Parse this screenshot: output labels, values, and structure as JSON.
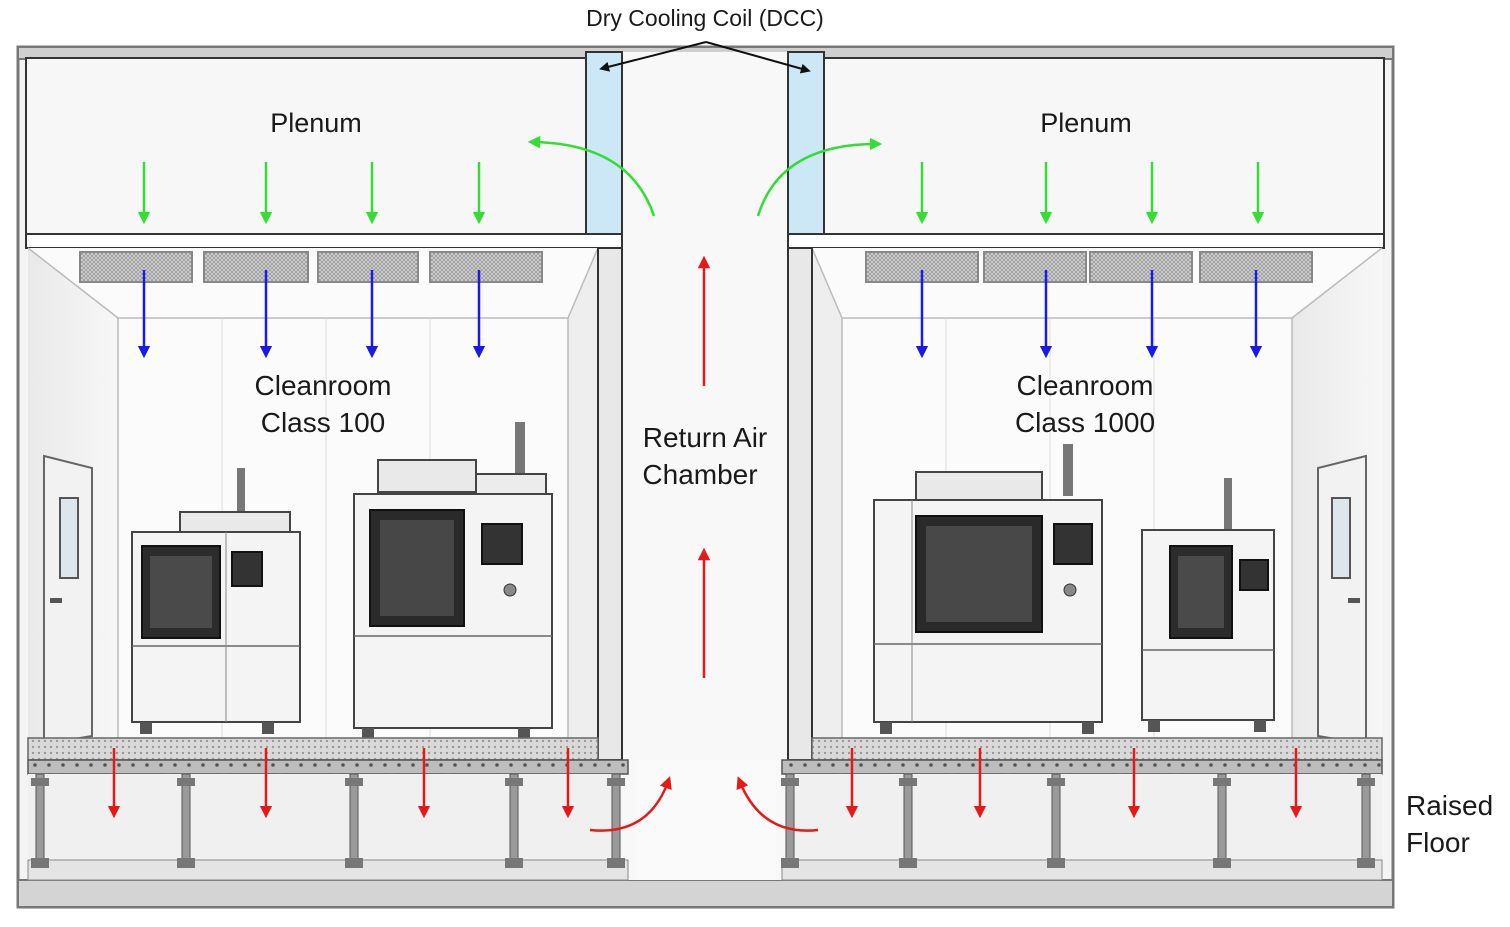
{
  "labels": {
    "dcc": "Dry Cooling Coil (DCC)",
    "plenum_left": "Plenum",
    "plenum_right": "Plenum",
    "room_left_line1": "Cleanroom",
    "room_left_line2": "Class 100",
    "room_right_line1": "Cleanroom",
    "room_right_line2": "Class 1000",
    "return_line1": "Return Air",
    "return_line2": "Chamber",
    "raised_line1": "Raised",
    "raised_line2": "Floor"
  },
  "colors": {
    "supply_air": "#33dd33",
    "filtered_air": "#1a1ae6",
    "return_air": "#e61919",
    "coil": "#cce8f6",
    "frame": "#888888"
  },
  "icons": {
    "door": "door-icon",
    "machine": "process-tool-icon",
    "filter": "hepa-filter-icon"
  }
}
